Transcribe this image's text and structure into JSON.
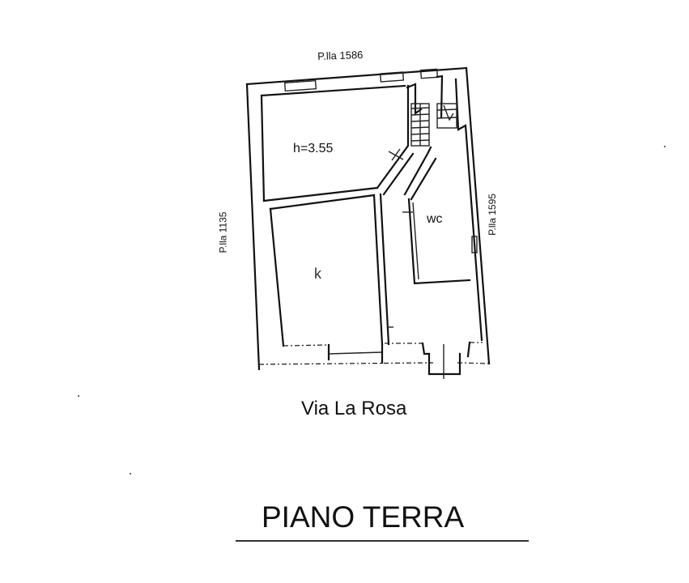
{
  "document": {
    "type": "floor-plan",
    "floor_title": "PIANO TERRA",
    "street_label": "Via La Rosa"
  },
  "parcels": {
    "top": "P.lla 1586",
    "left": "P.lla 1135",
    "right": "P.lla 1595"
  },
  "rooms": {
    "upper_room_height": "h=3.55",
    "kitchen": "k",
    "bathroom": "wc"
  },
  "colors": {
    "ink": "#111111",
    "background": "#ffffff"
  }
}
